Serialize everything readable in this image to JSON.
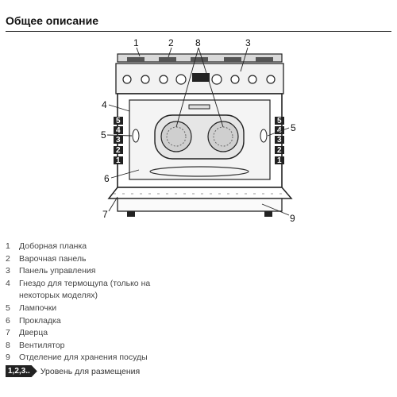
{
  "title": "Общее описание",
  "callouts": [
    "1",
    "2",
    "8",
    "3",
    "4",
    "5",
    "5",
    "6",
    "7",
    "9"
  ],
  "shelf_levels": [
    "5",
    "4",
    "3",
    "2",
    "1"
  ],
  "legend": [
    {
      "num": "1",
      "text": "Доборная планка"
    },
    {
      "num": "2",
      "text": "Варочная панель"
    },
    {
      "num": "3",
      "text": "Панель управления"
    },
    {
      "num": "4",
      "text": "Гнездо для термощупа (только на некоторых моделях)"
    },
    {
      "num": "5",
      "text": "Лампочки"
    },
    {
      "num": "6",
      "text": "Прокладка"
    },
    {
      "num": "7",
      "text": "Дверца"
    },
    {
      "num": "8",
      "text": "Вентилятор"
    },
    {
      "num": "9",
      "text": "Отделение для хранения посуды"
    }
  ],
  "level_badge": "1,2,3..",
  "level_text": "Уровень для размещения"
}
